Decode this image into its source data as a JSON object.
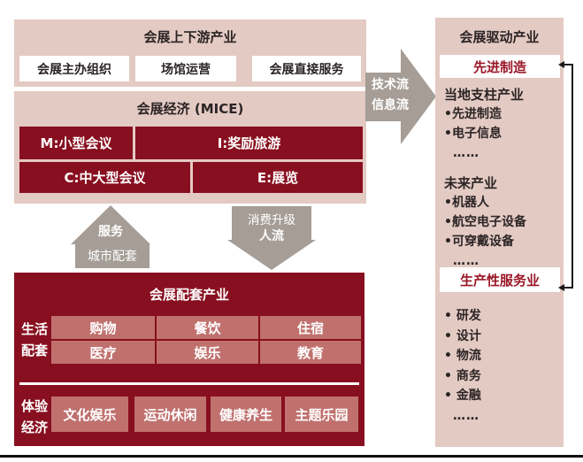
{
  "colors": {
    "panel_pink": "#e3cac3",
    "dark_red": "#880f1f",
    "cell_rose": "#c0716e",
    "arrow_gray": "#a59d96",
    "accent_red_text": "#9a1728",
    "text_dark": "#2b2425",
    "connector_black": "#1a1a1a"
  },
  "upstream": {
    "title": "会展上下游产业",
    "items": [
      "会展主办组织",
      "场馆运营",
      "会展直接服务"
    ]
  },
  "mice": {
    "title": "会展经济 (MICE)",
    "m": "M:小型会议",
    "i": "I:奖励旅游",
    "c": "C:中大型会议",
    "e": "E:展览"
  },
  "flow_arrow": {
    "line1": "技术流",
    "line2": "信息流"
  },
  "service_arrow": {
    "line1": "服务",
    "line2": "城市配套"
  },
  "consumer_arrow": {
    "line1": "消费升级",
    "line2": "人流"
  },
  "support": {
    "title": "会展配套产业",
    "life_label_line1": "生活",
    "life_label_line2": "配套",
    "life_row1": [
      "购物",
      "餐饮",
      "住宿"
    ],
    "life_row2": [
      "医疗",
      "娱乐",
      "教育"
    ],
    "exp_label_line1": "体验",
    "exp_label_line2": "经济",
    "exp_items": [
      "文化娱乐",
      "运动休闲",
      "健康养生",
      "主题乐园"
    ]
  },
  "driven": {
    "title": "会展驱动产业",
    "adv_box": "先进制造",
    "pillar_title": "当地支柱产业",
    "pillar_items": [
      "•先进制造",
      "•电子信息"
    ],
    "ellipsis1": "……",
    "future_title": "未来产业",
    "future_items": [
      "•机器人",
      "•航空电子设备",
      "•可穿戴设备"
    ],
    "ellipsis2": "……",
    "svc_box": "生产性服务业",
    "service_items": [
      "• 研发",
      "• 设计",
      "• 物流",
      "• 商务",
      "• 金融"
    ],
    "ellipsis3": "……"
  }
}
